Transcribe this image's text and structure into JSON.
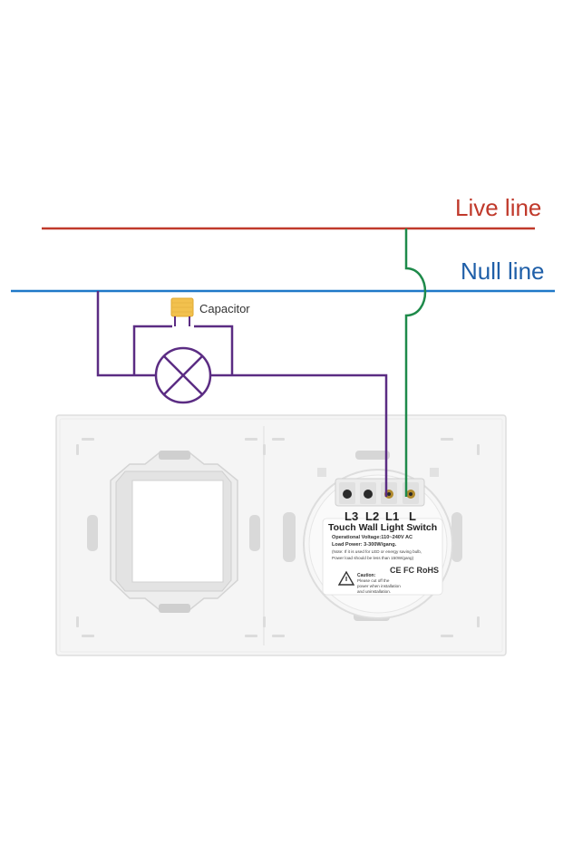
{
  "labels": {
    "live_line": "Live line",
    "null_line": "Null line",
    "capacitor": "Capacitor"
  },
  "terminals": [
    "L3",
    "L2",
    "L1",
    "L"
  ],
  "module": {
    "title": "Touch Wall Light Switch",
    "spec_voltage": "Operational Voltage:110~240V AC",
    "spec_load": "Load Power: 3-300W/gang.",
    "spec_note1": "(Note: If it is used for LED or energy saving bulb,",
    "spec_note2": "Power load should be less than 150W/gang)",
    "certifications": "CE FC RoHS",
    "caution_title": "Caution:",
    "caution_line1": "Please cut off the",
    "caution_line2": "power when installation",
    "caution_line3": "and uninstallation."
  },
  "colors": {
    "live_wire": "#c0392b",
    "null_wire": "#1f78c8",
    "load_wire": "#5b2c83",
    "switch_wire": "#1e8a4a",
    "capacitor": "#f2c14e",
    "panel": "#f4f4f4"
  }
}
